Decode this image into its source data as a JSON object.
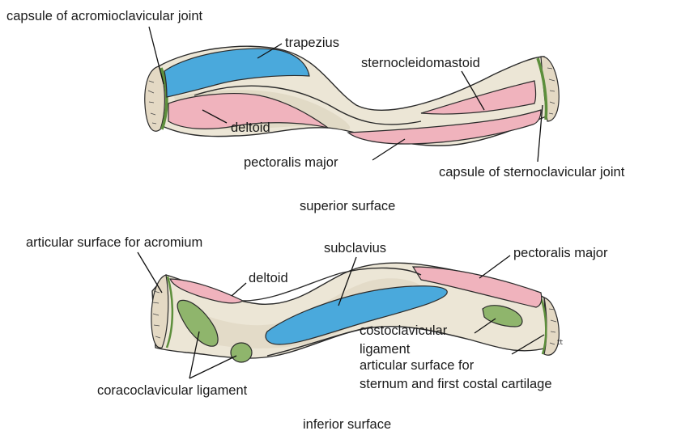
{
  "superior": {
    "caption": "superior surface",
    "labels": {
      "capsule_acromioclavicular": "capsule of acromioclavicular joint",
      "trapezius": "trapezius",
      "sternocleidomastoid": "sternocleidomastoid",
      "deltoid": "deltoid",
      "pectoralis_major": "pectoralis major",
      "capsule_sternoclavicular": "capsule of sternoclavicular joint"
    }
  },
  "inferior": {
    "caption": "inferior surface",
    "labels": {
      "articular_acromium": "articular surface for acromium",
      "deltoid": "deltoid",
      "subclavius": "subclavius",
      "pectoralis_major": "pectoralis major",
      "costoclavicular_1": "costoclavicular",
      "costoclavicular_2": "ligament",
      "articular_sternum_1": "articular surface for",
      "articular_sternum_2": "sternum and first costal cartilage",
      "coracoclavicular": "coracoclavicular ligament"
    }
  },
  "colors": {
    "muscle_blue": "#4aa9dc",
    "muscle_pink": "#f0b3bd",
    "ligament_green": "#8fb56c",
    "bone": "#ece6d6"
  }
}
